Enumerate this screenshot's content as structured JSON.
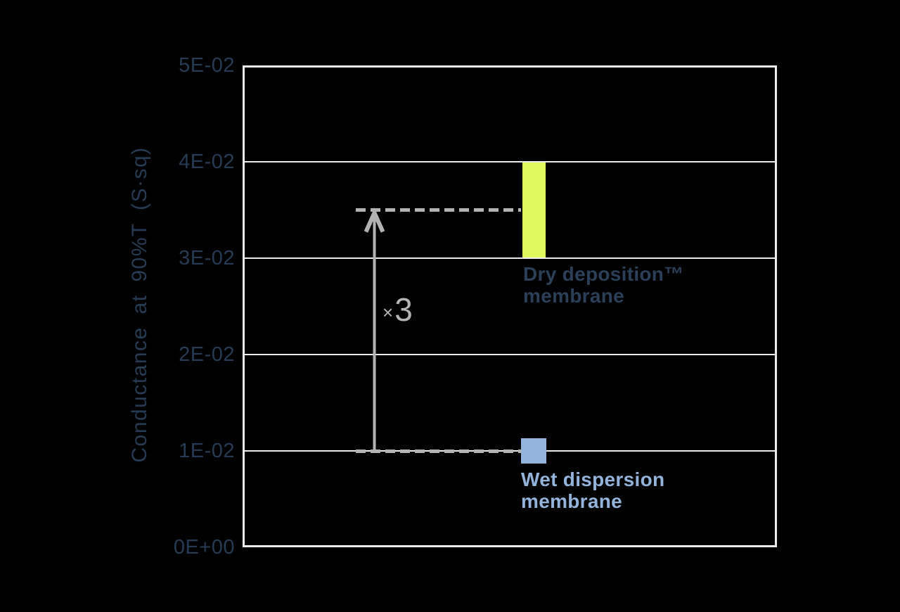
{
  "colors": {
    "background": "#000000",
    "axis_and_grid": "#ececec",
    "tick_text": "#263b53",
    "bar_fill": "#e0fa5e",
    "point_fill": "#94b3da",
    "annotation_gray": "#b3b3b3",
    "dry_label_text": "#2b3f58",
    "wet_label_text": "#94b3da"
  },
  "chart_data": {
    "type": "bar",
    "title": "",
    "xlabel": "",
    "ylabel": "Conductance at 90%T (S·sq)",
    "ylim": [
      0,
      0.05
    ],
    "grid": true,
    "legend_position": "none",
    "yticks": [
      {
        "value": 0.0,
        "label": "0E+00"
      },
      {
        "value": 0.01,
        "label": "1E-02"
      },
      {
        "value": 0.02,
        "label": "2E-02"
      },
      {
        "value": 0.03,
        "label": "3E-02"
      },
      {
        "value": 0.04,
        "label": "4E-02"
      },
      {
        "value": 0.05,
        "label": "5E-02"
      }
    ],
    "series": [
      {
        "name": "Dry deposition™ membrane",
        "mark": "bar",
        "y_range": [
          0.03,
          0.04
        ],
        "color": "#e0fa5e",
        "label_line1": "Dry deposition™",
        "label_line2": "membrane"
      },
      {
        "name": "Wet dispersion membrane",
        "mark": "square-point",
        "y": 0.01,
        "color": "#94b3da",
        "label_line1": "Wet dispersion",
        "label_line2": "membrane"
      }
    ],
    "annotation": {
      "text": "×3",
      "sign": "×",
      "value": "3",
      "from_y": 0.01,
      "to_y": 0.035,
      "style": "dashed-reference-lines-with-arrow",
      "color": "#b3b3b3"
    }
  }
}
